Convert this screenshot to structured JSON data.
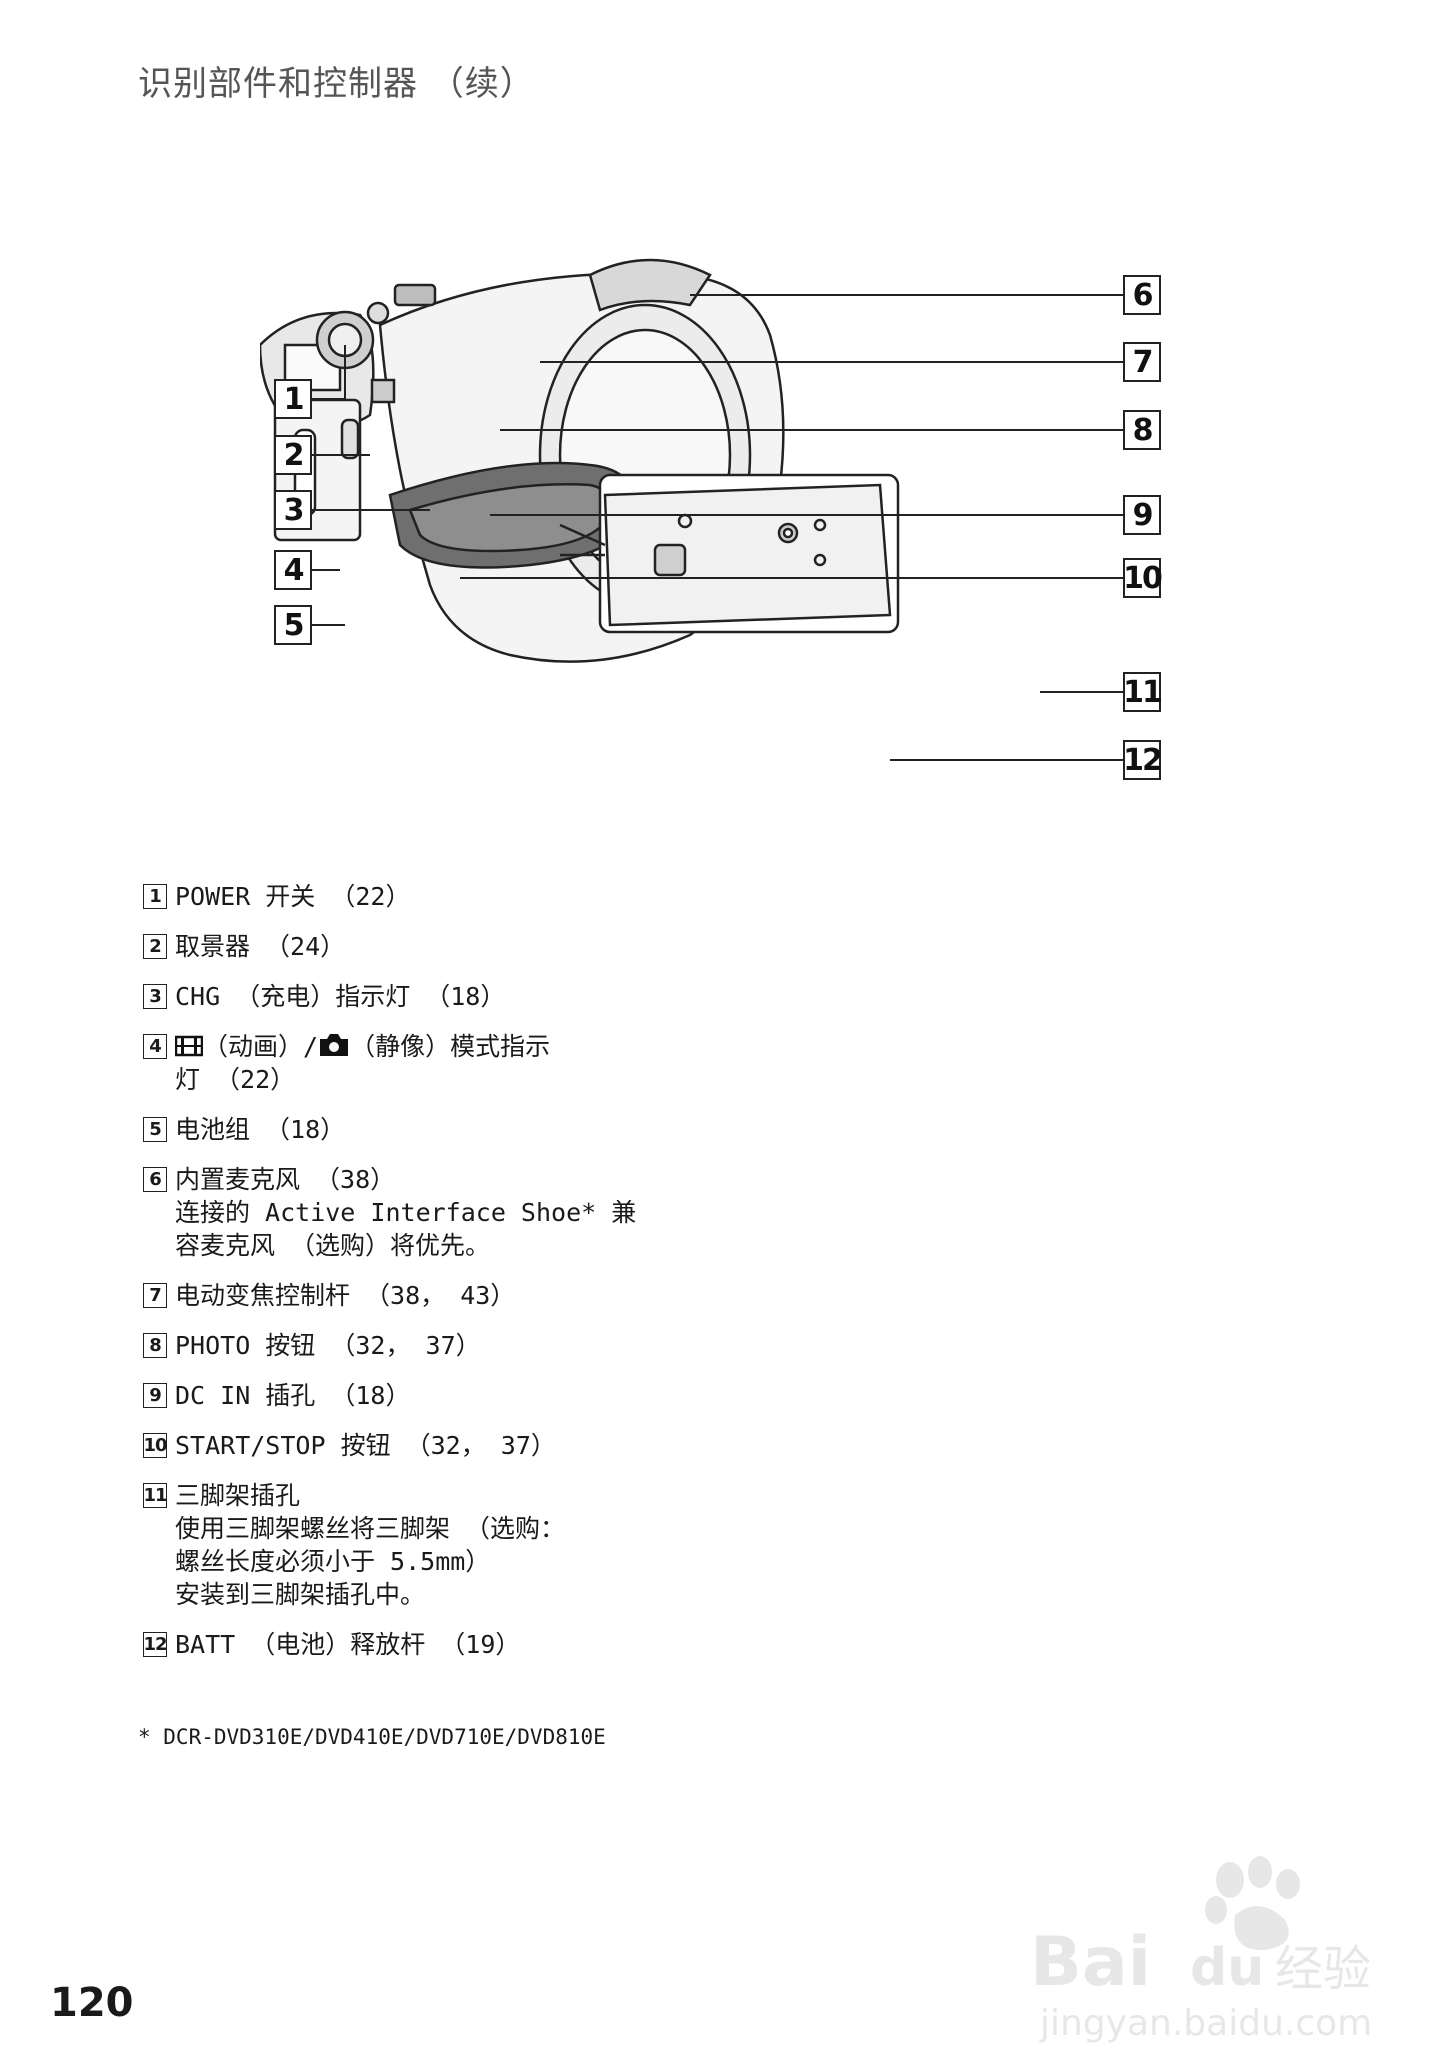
{
  "header": {
    "title": "识别部件和控制器 （续）"
  },
  "callouts": [
    "1",
    "2",
    "3",
    "4",
    "5",
    "6",
    "7",
    "8",
    "9",
    "10",
    "11",
    "12"
  ],
  "parts": [
    {
      "num": "1",
      "lines": [
        "POWER 开关 （22）"
      ]
    },
    {
      "num": "2",
      "lines": [
        "取景器 （24）"
      ]
    },
    {
      "num": "3",
      "lines": [
        "CHG （充电）指示灯 （18）"
      ]
    },
    {
      "num": "4",
      "lines": [
        "（动画）/",
        "（静像）模式指示",
        "灯 （22）"
      ]
    },
    {
      "num": "5",
      "lines": [
        "电池组 （18）"
      ]
    },
    {
      "num": "6",
      "lines": [
        "内置麦克风 （38）",
        "连接的 Active Interface Shoe* 兼",
        "容麦克风 （选购）将优先。"
      ]
    },
    {
      "num": "7",
      "lines": [
        "电动变焦控制杆 （38， 43）"
      ]
    },
    {
      "num": "8",
      "lines": [
        "PHOTO 按钮 （32， 37）"
      ]
    },
    {
      "num": "9",
      "lines": [
        "DC IN 插孔 （18）"
      ]
    },
    {
      "num": "10",
      "lines": [
        "START/STOP 按钮 （32， 37）"
      ]
    },
    {
      "num": "11",
      "lines": [
        "三脚架插孔",
        "使用三脚架螺丝将三脚架 （选购：",
        "螺丝长度必须小于 5.5mm）",
        "安装到三脚架插孔中。"
      ]
    },
    {
      "num": "12",
      "lines": [
        "BATT （电池）释放杆 （19）"
      ]
    }
  ],
  "footnote": "* DCR-DVD310E/DVD410E/DVD710E/DVD810E",
  "page_number": "120",
  "watermark": {
    "brand": "Bai du 经验",
    "url": "jingyan.baidu.com"
  }
}
